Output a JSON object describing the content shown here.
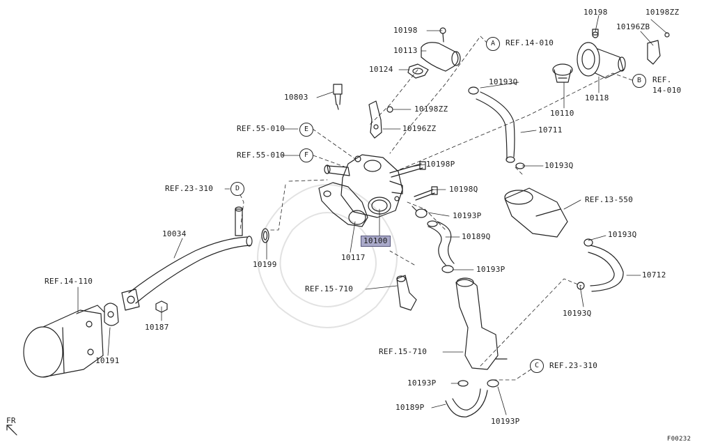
{
  "parts": {
    "p10198_top": "10198",
    "p10113": "10113",
    "p10124": "10124",
    "p10803": "10803",
    "p10198zz_mid": "10198ZZ",
    "p10196zz": "10196ZZ",
    "p10198p": "10198P",
    "p10198q": "10198Q",
    "p10193p_a": "10193P",
    "p10100": "10100",
    "p10117": "10117",
    "p10189q": "10189Q",
    "p10193p_b": "10193P",
    "p10034": "10034",
    "p10199": "10199",
    "p10187": "10187",
    "p10191": "10191",
    "p10193q_top": "10193Q",
    "p10711": "10711",
    "p10193q_mid": "10193Q",
    "p10110": "10110",
    "p10118": "10118",
    "p10198_right": "10198",
    "p10198zz_right": "10198ZZ",
    "p10196zb": "10196ZB",
    "p10193q_right": "10193Q",
    "p10712": "10712",
    "p10193q_low": "10193Q",
    "p10193p_c": "10193P",
    "p10189p": "10189P",
    "p10193p_d": "10193P"
  },
  "refs": {
    "ref_14_010_a": "REF.14-010",
    "ref_14_010_b_line1": "REF.",
    "ref_14_010_b_line2": "14-010",
    "ref_55_010_e": "REF.55-010",
    "ref_55_010_f": "REF.55-010",
    "ref_23_310_d": "REF.23-310",
    "ref_14_110": "REF.14-110",
    "ref_15_710_a": "REF.15-710",
    "ref_15_710_b": "REF.15-710",
    "ref_13_550": "REF.13-550",
    "ref_23_310_c": "REF.23-310"
  },
  "callouts": {
    "a": "A",
    "b": "B",
    "c": "C",
    "d": "D",
    "e": "E",
    "f": "F"
  },
  "direction": {
    "label": "FR",
    "icon": "front-direction-arrow-icon"
  },
  "figure_code": "F00232",
  "selected_part": "10100",
  "colors": {
    "highlight": "#a9a9c9",
    "line": "#222222"
  }
}
